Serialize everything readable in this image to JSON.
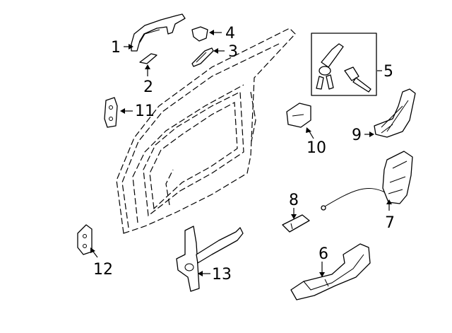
{
  "callouts": [
    {
      "id": "1",
      "label": "1"
    },
    {
      "id": "2",
      "label": "2"
    },
    {
      "id": "3",
      "label": "3"
    },
    {
      "id": "4",
      "label": "4"
    },
    {
      "id": "5",
      "label": "5"
    },
    {
      "id": "6",
      "label": "6"
    },
    {
      "id": "7",
      "label": "7"
    },
    {
      "id": "8",
      "label": "8"
    },
    {
      "id": "9",
      "label": "9"
    },
    {
      "id": "10",
      "label": "10"
    },
    {
      "id": "11",
      "label": "11"
    },
    {
      "id": "12",
      "label": "12"
    },
    {
      "id": "13",
      "label": "13"
    }
  ],
  "colors": {
    "line": "#000000",
    "fill": "#ffffff"
  }
}
